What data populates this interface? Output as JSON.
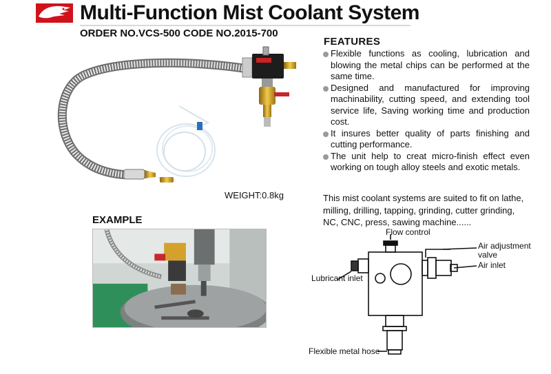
{
  "header": {
    "title": "Multi-Function Mist Coolant System",
    "order_line": "ORDER NO.VCS-500 CODE NO.2015-700"
  },
  "product": {
    "weight": "WEIGHT:0.8kg"
  },
  "features": {
    "heading": "FEATURES",
    "items": [
      "Flexible functions as cooling, lubrication and blowing the metal chips can be performed at the same time.",
      "Designed and manufactured for improving machinability, cutting speed, and extending tool service life, Saving working time and production cost.",
      "It insures better quality of parts finishing and cutting performance.",
      "The unit help to creat micro-finish effect even working on tough alloy steels and exotic metals."
    ],
    "suited_text": "This mist coolant systems are suited to fit on lathe, milling, drilling, tapping, grinding, cutter grinding, NC, CNC, press, sawing machine......"
  },
  "example": {
    "heading": "EXAMPLE"
  },
  "diagram": {
    "flow_control": "Flow control",
    "air_adjustment_1": "Air adjustment",
    "air_adjustment_2": "valve",
    "air_inlet": "Air inlet",
    "lubricant_inlet": "Lubricant inlet",
    "flexible_hose": "Flexible metal hose"
  },
  "colors": {
    "brand_red": "#d0121b",
    "text": "#111111"
  }
}
